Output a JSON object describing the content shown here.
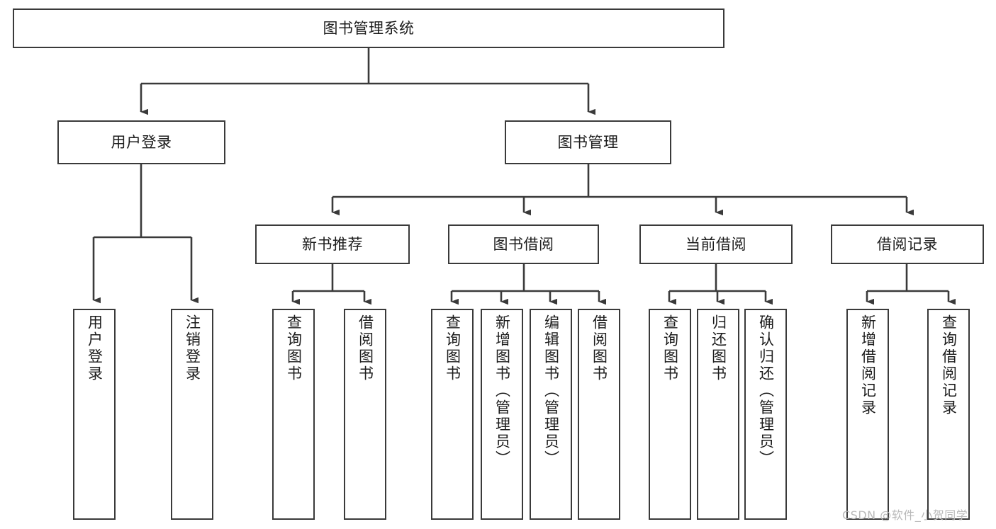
{
  "diagram": {
    "title": "图书管理系统",
    "type": "tree-hierarchy-chart",
    "orientation": "top-down",
    "colors": {
      "stroke": "#3a3a3a",
      "fill": "#ffffff",
      "text": "#1c1c1c",
      "watermark": "#b9b9b9"
    },
    "watermark": "CSDN @软件_小贺同学",
    "nodes": {
      "root": {
        "label": "图书管理系统"
      },
      "level2": [
        {
          "id": "user-login",
          "label": "用户登录"
        },
        {
          "id": "book-manage",
          "label": "图书管理"
        }
      ],
      "level3": [
        {
          "id": "new-book-recommend",
          "label": "新书推荐"
        },
        {
          "id": "book-borrow",
          "label": "图书借阅"
        },
        {
          "id": "current-borrow",
          "label": "当前借阅"
        },
        {
          "id": "borrow-record",
          "label": "借阅记录"
        }
      ],
      "leaves": [
        {
          "id": "leaf-user-login",
          "label": "用户登录",
          "parent": "user-login"
        },
        {
          "id": "leaf-logout-login",
          "label": "注销登录",
          "parent": "user-login"
        },
        {
          "id": "leaf-query-book-1",
          "label": "查询图书",
          "parent": "new-book-recommend"
        },
        {
          "id": "leaf-borrow-book-1",
          "label": "借阅图书",
          "parent": "new-book-recommend"
        },
        {
          "id": "leaf-query-book-2",
          "label": "查询图书",
          "parent": "book-borrow"
        },
        {
          "id": "leaf-add-book",
          "label": "新增图书（管理员）",
          "parent": "book-borrow"
        },
        {
          "id": "leaf-edit-book",
          "label": "编辑图书（管理员）",
          "parent": "book-borrow"
        },
        {
          "id": "leaf-borrow-book-2",
          "label": "借阅图书",
          "parent": "book-borrow"
        },
        {
          "id": "leaf-query-book-3",
          "label": "查询图书",
          "parent": "current-borrow"
        },
        {
          "id": "leaf-return-book",
          "label": "归还图书",
          "parent": "current-borrow"
        },
        {
          "id": "leaf-confirm-return",
          "label": "确认归还（管理员）",
          "parent": "current-borrow"
        },
        {
          "id": "leaf-add-record",
          "label": "新增借阅记录",
          "parent": "borrow-record"
        },
        {
          "id": "leaf-query-record",
          "label": "查询借阅记录",
          "parent": "borrow-record"
        }
      ]
    }
  }
}
